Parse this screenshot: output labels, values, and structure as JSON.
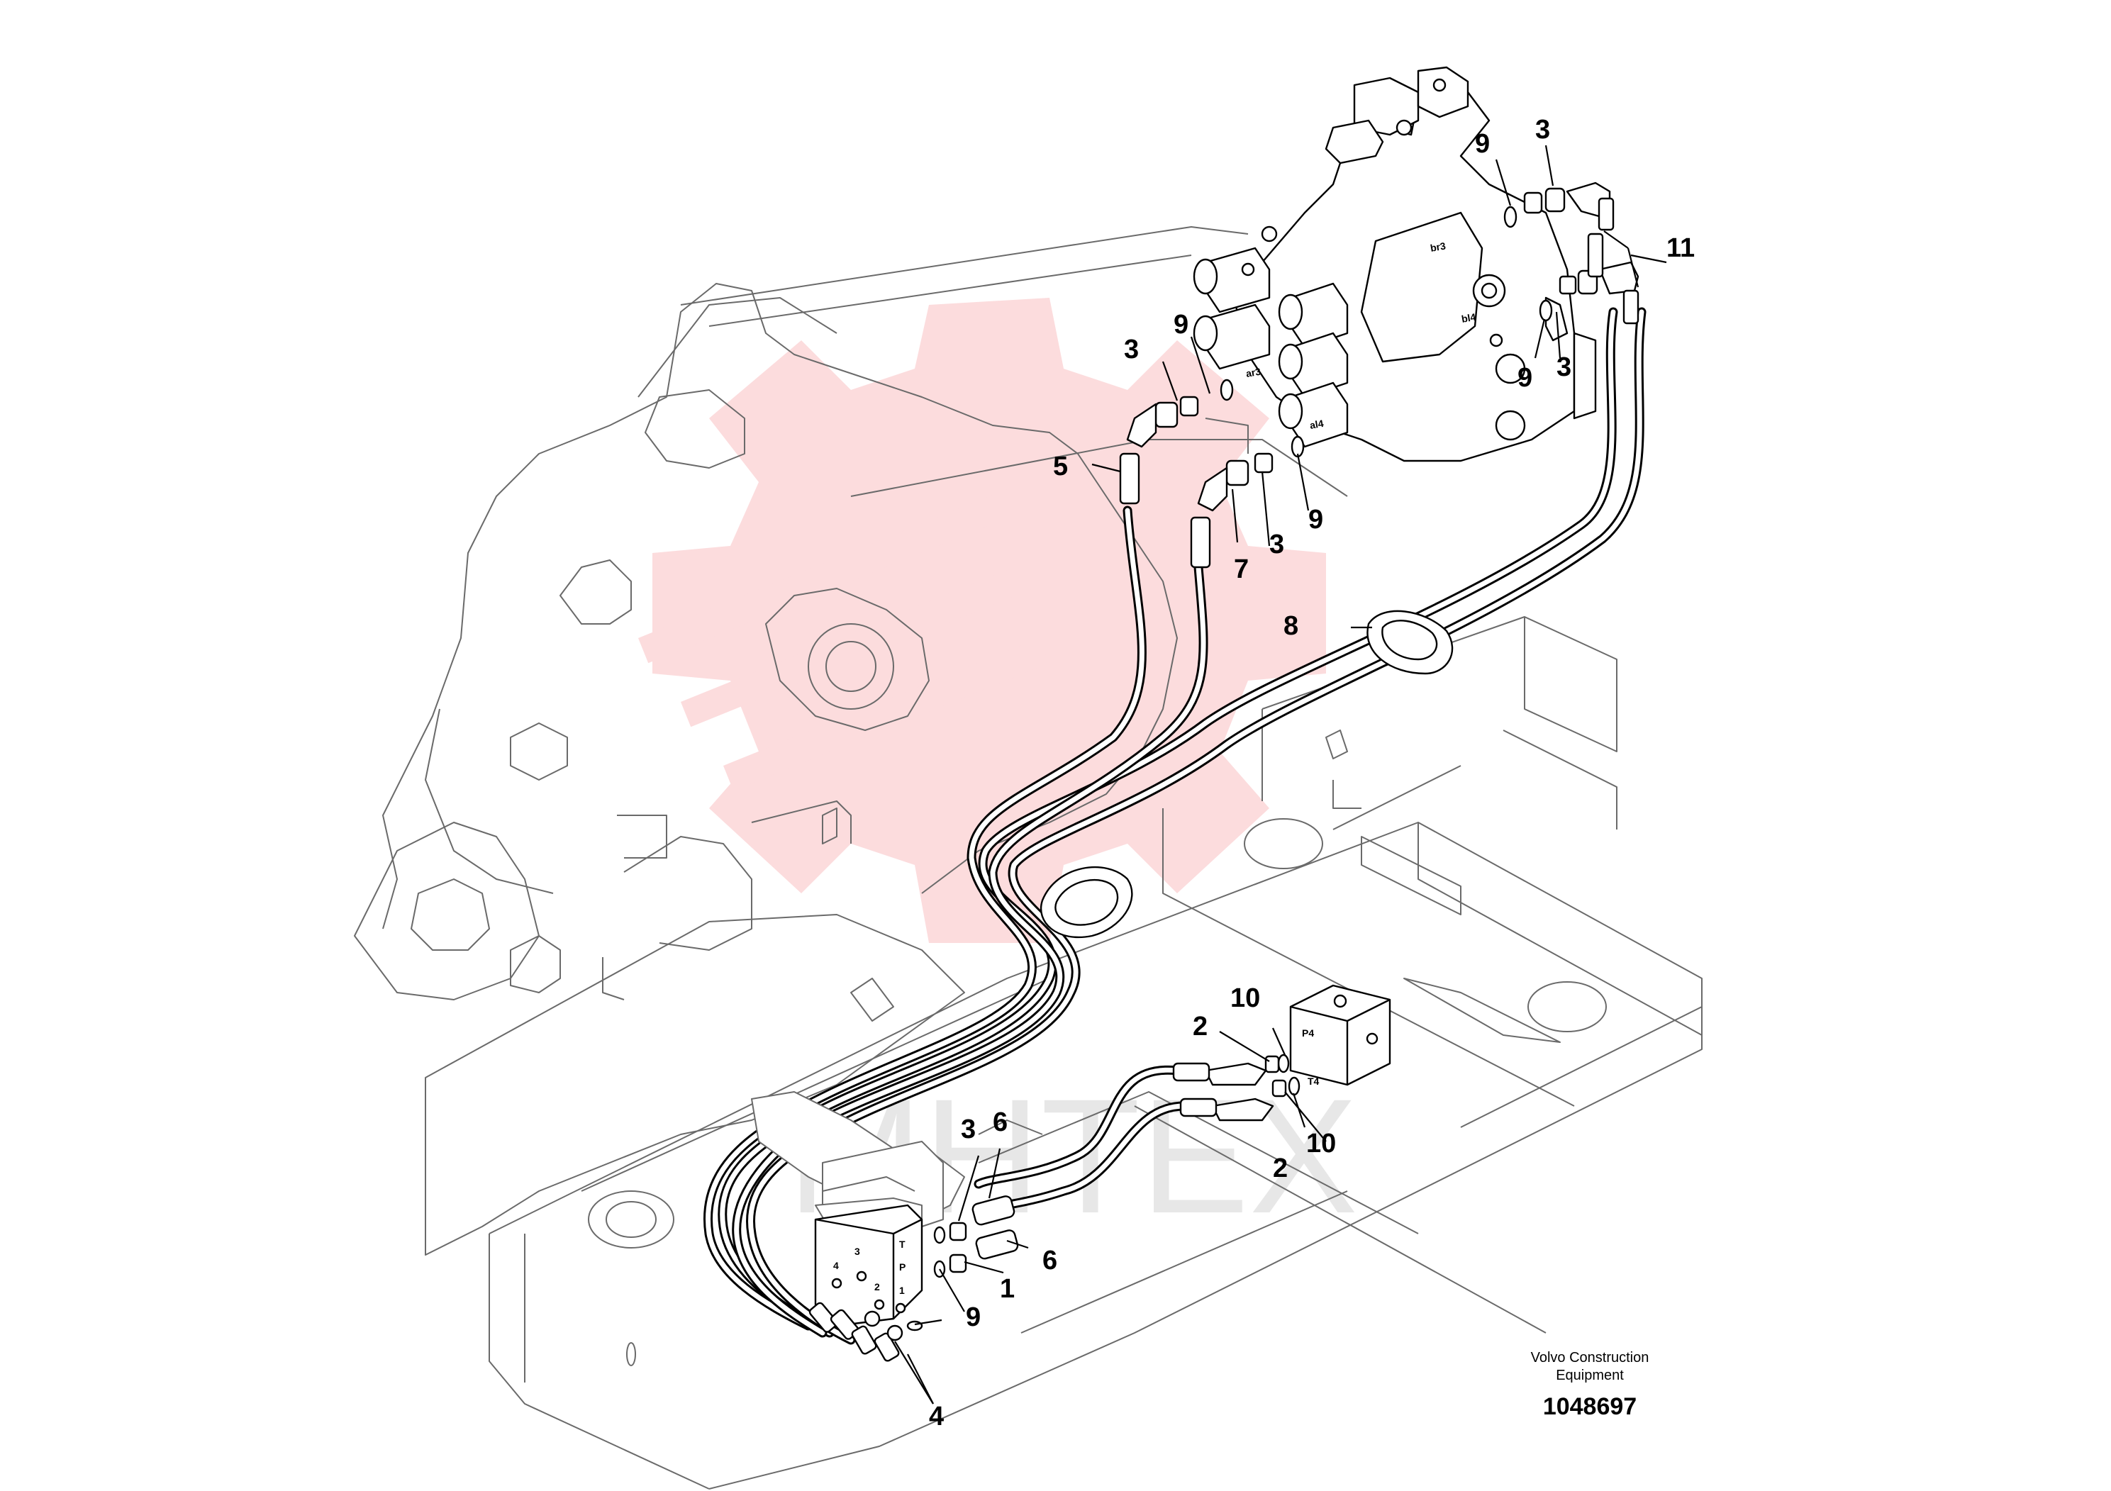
{
  "drawing": {
    "watermark_text": "MHTEX",
    "watermark_color": "#e8202a",
    "caption_line1": "Volvo Construction",
    "caption_line2": "Equipment",
    "document_number": "1048697"
  },
  "component_labels": {
    "valve_port_br3": "br3",
    "valve_port_bl4": "bl4",
    "valve_port_ar3": "ar3",
    "valve_port_al4": "al4",
    "block_port_p4": "P4",
    "block_port_t4": "T4",
    "pedal_port_t": "T",
    "pedal_port_p": "P",
    "pedal_port_3": "3",
    "pedal_port_4": "4",
    "pedal_port_2": "2",
    "pedal_port_1": "1"
  },
  "callouts": [
    {
      "id": "c1",
      "text": "1"
    },
    {
      "id": "c2a",
      "text": "2"
    },
    {
      "id": "c2b",
      "text": "2"
    },
    {
      "id": "c3a",
      "text": "3"
    },
    {
      "id": "c3b",
      "text": "3"
    },
    {
      "id": "c3c",
      "text": "3"
    },
    {
      "id": "c3d",
      "text": "3"
    },
    {
      "id": "c3e",
      "text": "3"
    },
    {
      "id": "c4",
      "text": "4"
    },
    {
      "id": "c5",
      "text": "5"
    },
    {
      "id": "c6a",
      "text": "6"
    },
    {
      "id": "c6b",
      "text": "6"
    },
    {
      "id": "c7",
      "text": "7"
    },
    {
      "id": "c8",
      "text": "8"
    },
    {
      "id": "c9a",
      "text": "9"
    },
    {
      "id": "c9b",
      "text": "9"
    },
    {
      "id": "c9c",
      "text": "9"
    },
    {
      "id": "c9d",
      "text": "9"
    },
    {
      "id": "c9e",
      "text": "9"
    },
    {
      "id": "c10a",
      "text": "10"
    },
    {
      "id": "c10b",
      "text": "10"
    },
    {
      "id": "c11",
      "text": "11"
    }
  ]
}
